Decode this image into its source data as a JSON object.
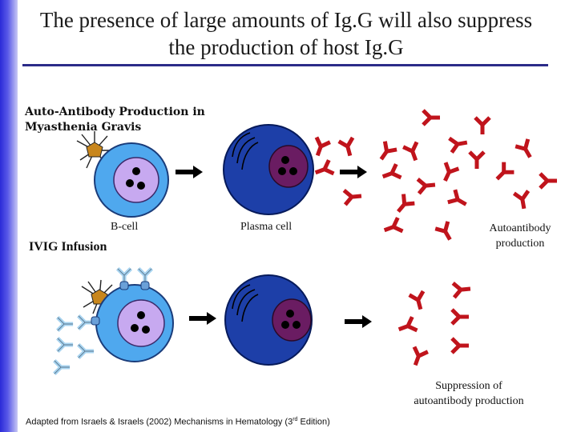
{
  "title": {
    "line1": "The presence of large amounts of Ig.G will also suppress",
    "line2": "the production of host Ig.G"
  },
  "panel_top": {
    "heading_line1": "Auto-Antibody Production in",
    "heading_line2": "Myasthenia Gravis",
    "b_cell_label": "B-cell",
    "plasma_cell_label": "Plasma cell",
    "output_label_line1": "Autoantibody",
    "output_label_line2": "production"
  },
  "panel_bottom": {
    "heading": "IVIG Infusion",
    "output_label_line1": "Suppression of",
    "output_label_line2": "autoantibody production"
  },
  "citation": {
    "text": "Adapted from Israels & Israels  (2002) Mechanisms in Hematology (3",
    "superscript": "rd",
    "suffix": " Edition)"
  },
  "colors": {
    "accent_bar": "#2a2ad8",
    "title_rule": "#2b2b88",
    "b_cell_outer": "#4fa8ee",
    "b_cell_inner": "#c7a9f0",
    "plasma_cell": "#1d3fa8",
    "plasma_nucleus": "#6a1c62",
    "autoantibody": "#c0141c",
    "ivig": "#a8d4f0"
  },
  "icons": [
    "arrow-right-icon",
    "antibody-icon",
    "antigen-icon"
  ]
}
